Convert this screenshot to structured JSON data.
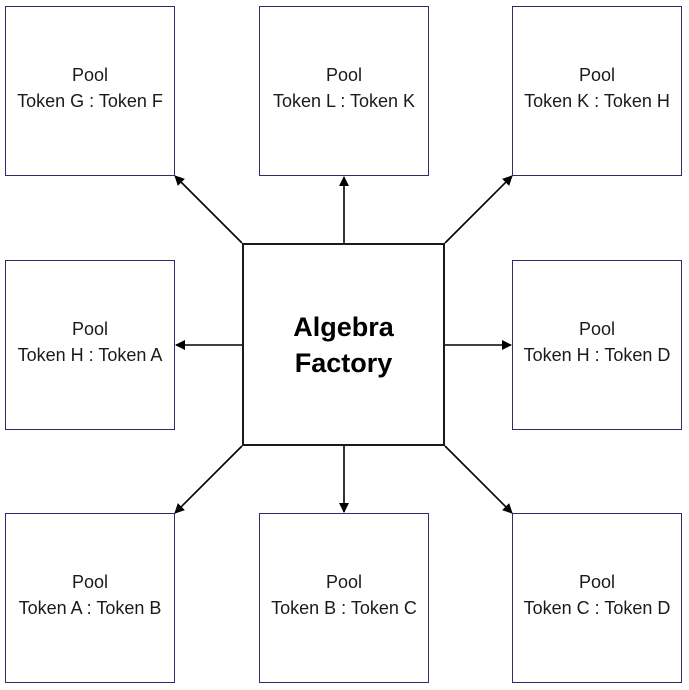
{
  "factory": {
    "line1": "Algebra",
    "line2": "Factory"
  },
  "pools": [
    {
      "id": "pool-top-left",
      "title": "Pool",
      "pair": "Token G : Token F"
    },
    {
      "id": "pool-top-center",
      "title": "Pool",
      "pair": "Token L : Token K"
    },
    {
      "id": "pool-top-right",
      "title": "Pool",
      "pair": "Token K : Token H"
    },
    {
      "id": "pool-middle-left",
      "title": "Pool",
      "pair": "Token H : Token A"
    },
    {
      "id": "pool-middle-right",
      "title": "Pool",
      "pair": "Token H : Token D"
    },
    {
      "id": "pool-bottom-left",
      "title": "Pool",
      "pair": "Token A : Token B"
    },
    {
      "id": "pool-bottom-center",
      "title": "Pool",
      "pair": "Token B : Token C"
    },
    {
      "id": "pool-bottom-right",
      "title": "Pool",
      "pair": "Token C : Token D"
    }
  ],
  "colors": {
    "pool_border": "#2c2c6a",
    "factory_border": "#1a1a1a",
    "arrow": "#000000",
    "text": "#1a1a1a"
  }
}
